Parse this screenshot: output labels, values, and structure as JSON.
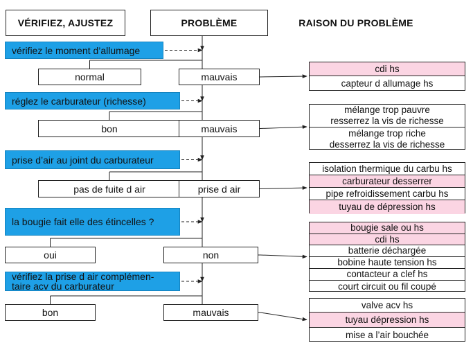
{
  "headers": {
    "check": "VÉRIFIEZ, AJUSTEZ",
    "problem": "PROBLÈME",
    "reason": "RAISON DU PROBLÈME"
  },
  "steps": [
    {
      "check": "vérifiez le moment d’allumage",
      "good": "normal",
      "bad": "mauvais",
      "reasons": [
        {
          "text": "cdi hs",
          "highlight": true
        },
        {
          "text": "capteur d allumage hs",
          "highlight": false
        }
      ]
    },
    {
      "check": "réglez le carburateur (richesse)",
      "good": "bon",
      "bad": "mauvais",
      "reasons": [
        {
          "text": "mélange trop pauvre\nresserrez la vis de richesse",
          "highlight": false
        },
        {
          "text": "mélange trop riche\ndesserrez la vis de richesse",
          "highlight": false
        }
      ]
    },
    {
      "check": "prise d’air au joint du carburateur",
      "good": "pas de fuite d air",
      "bad": "prise d air",
      "reasons": [
        {
          "text": "isolation thermique du carbu hs",
          "highlight": false
        },
        {
          "text": "carburateur desserrer",
          "highlight": true
        },
        {
          "text": "pipe refroidissement carbu hs",
          "highlight": false
        },
        {
          "text": "tuyau de dépression hs",
          "highlight": true
        }
      ]
    },
    {
      "check": "la bougie fait elle des étincelles ?",
      "good": "oui",
      "bad": "non",
      "reasons": [
        {
          "text": "bougie sale ou hs",
          "highlight": true
        },
        {
          "text": "cdi hs",
          "highlight": true
        },
        {
          "text": "batterie déchargée",
          "highlight": false
        },
        {
          "text": "bobine haute tension hs",
          "highlight": false
        },
        {
          "text": "contacteur a clef hs",
          "highlight": false
        },
        {
          "text": "court circuit ou fil coupé",
          "highlight": false
        }
      ]
    },
    {
      "check": "vérifiez la prise d air complémen-\ntaire acv du carburateur",
      "good": "bon",
      "bad": "mauvais",
      "reasons": [
        {
          "text": "valve acv hs",
          "highlight": false
        },
        {
          "text": "tuyau dépression hs",
          "highlight": true
        },
        {
          "text": "mise a l’air bouchée",
          "highlight": false
        }
      ]
    }
  ]
}
